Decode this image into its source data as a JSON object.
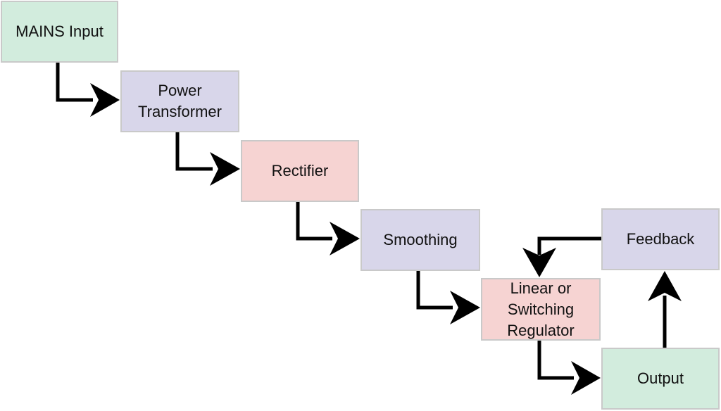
{
  "diagram": {
    "nodes": {
      "mains": {
        "label": "MAINS Input"
      },
      "power": {
        "label": "Power\nTransformer"
      },
      "rectifier": {
        "label": "Rectifier"
      },
      "smoothing": {
        "label": "Smoothing"
      },
      "regulator": {
        "label": "Linear or\nSwitching\nRegulator"
      },
      "feedback": {
        "label": "Feedback"
      },
      "output": {
        "label": "Output"
      }
    },
    "edges": [
      {
        "from": "MAINS Input",
        "to": "Power Transformer"
      },
      {
        "from": "Power Transformer",
        "to": "Rectifier"
      },
      {
        "from": "Rectifier",
        "to": "Smoothing"
      },
      {
        "from": "Smoothing",
        "to": "Linear or Switching Regulator"
      },
      {
        "from": "Linear or Switching Regulator",
        "to": "Output"
      },
      {
        "from": "Output",
        "to": "Feedback"
      },
      {
        "from": "Feedback",
        "to": "Linear or Switching Regulator"
      }
    ],
    "colors": {
      "input_output": "#d2ecdd",
      "transformer_smoothing_feedback": "#d8d6ea",
      "rectifier_regulator": "#f6d3d2",
      "arrow": "#000000"
    }
  }
}
